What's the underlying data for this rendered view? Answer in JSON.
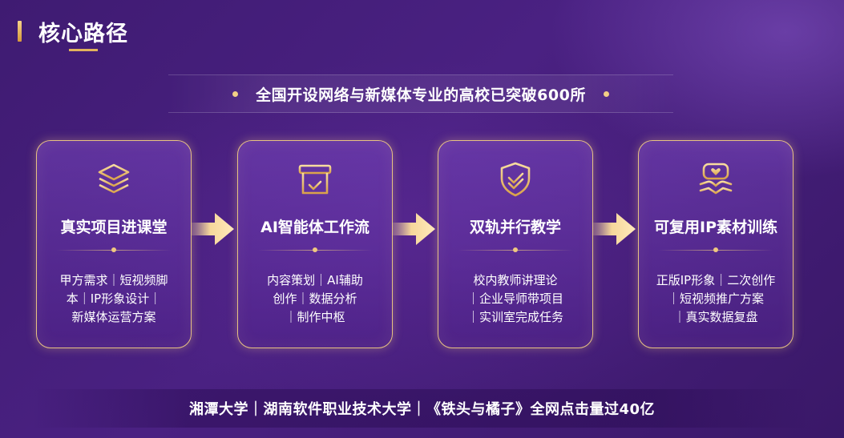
{
  "header": {
    "title": "核心路径"
  },
  "banner": {
    "text": "全国开设网络与新媒体专业的高校已突破600所"
  },
  "cards": [
    {
      "icon": "stacked-layers-icon",
      "title": "真实项目进课堂",
      "lines": [
        "甲方需求｜短视频脚",
        "本｜IP形象设计｜",
        "新媒体运营方案"
      ]
    },
    {
      "icon": "workflow-check-icon",
      "title": "AI智能体工作流",
      "lines": [
        "内容策划｜AI辅助",
        "创作｜数据分析",
        "｜制作中枢"
      ]
    },
    {
      "icon": "shield-check-icon",
      "title": "双轨并行教学",
      "lines": [
        "校内教师讲理论",
        "｜企业导师带项目",
        "｜实训室完成任务"
      ]
    },
    {
      "icon": "heart-hands-icon",
      "title": "可复用IP素材训练",
      "lines": [
        "正版IP形象｜二次创作",
        "｜短视频推广方案",
        "｜真实数据复盘"
      ]
    }
  ],
  "footer": {
    "text": "湘潭大学｜湖南软件职业技术大学｜《铁头与橘子》全网点击量过40亿"
  },
  "colors": {
    "accent_gold": "#e7c283",
    "background": "#45207a"
  }
}
